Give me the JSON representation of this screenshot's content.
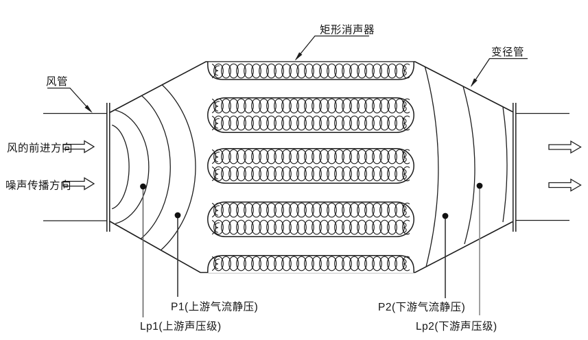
{
  "labels": {
    "duct": "风管",
    "silencer": "矩形消声器",
    "reducer": "变径管",
    "wind_direction": "风的前进方向",
    "noise_direction": "噪声传播方向",
    "upstream_static_pressure": "P1(上游气流静压)",
    "upstream_sound_pressure_level": "Lp1(上游声压级)",
    "downstream_static_pressure": "P2(下游气流静压)",
    "downstream_sound_pressure_level": "Lp2(下游声压级)"
  },
  "colors": {
    "line": "#1c1c1c",
    "background": "#ffffff"
  },
  "icons": {
    "flow_arrow": "hollow-right-arrow",
    "leader_arrowhead": "solid-triangle",
    "measurement_dot": "filled-circle"
  }
}
